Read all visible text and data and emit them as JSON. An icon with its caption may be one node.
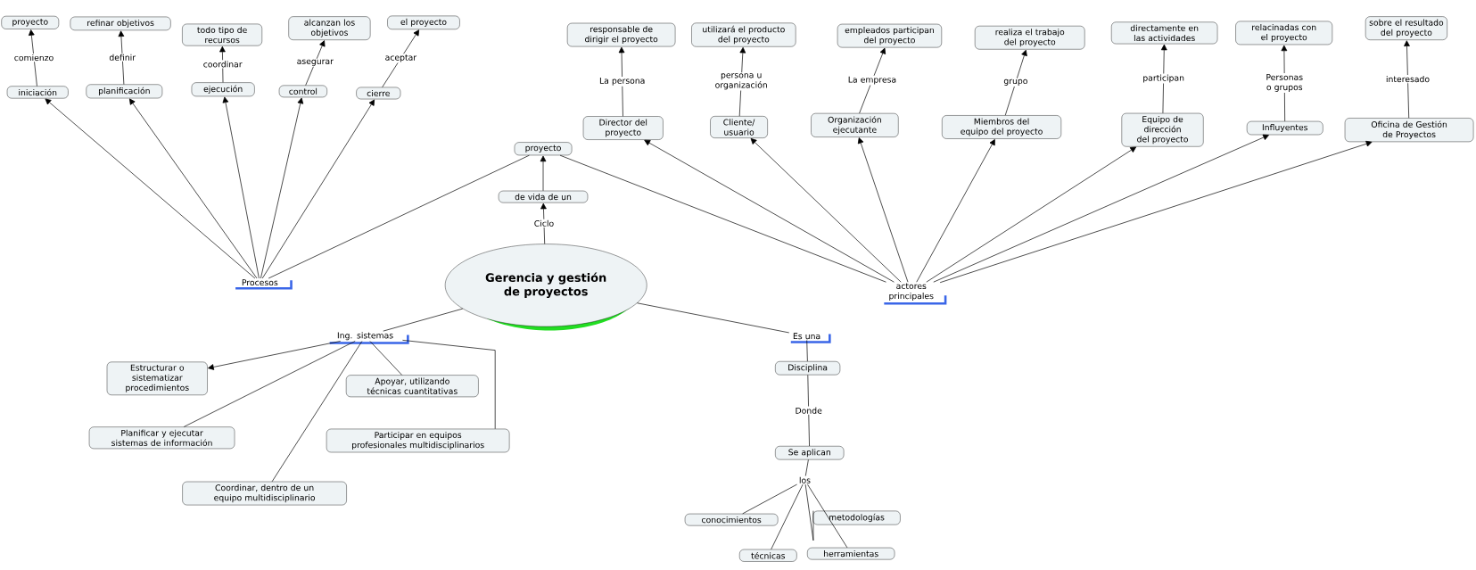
{
  "diagram": {
    "nodes": [
      {
        "text": [
          "Gerencia y gestión de proyectos"
        ]
      },
      {
        "text": [
          "Procesos"
        ]
      },
      {
        "text": [
          "iniciación"
        ]
      },
      {
        "text": [
          "proyecto"
        ]
      },
      {
        "text": [
          "planificación"
        ]
      },
      {
        "text": [
          "refinar objetivos"
        ]
      },
      {
        "text": [
          "ejecución"
        ]
      },
      {
        "text": [
          "todo tipo de recursos"
        ]
      },
      {
        "text": [
          "control"
        ]
      },
      {
        "text": [
          "alcanzan los objetivos"
        ]
      },
      {
        "text": [
          "cierre"
        ]
      },
      {
        "text": [
          "el proyecto"
        ]
      },
      {
        "text": [
          "proyecto"
        ]
      },
      {
        "text": [
          "de vida de un"
        ]
      },
      {
        "text": [
          "actores principales"
        ]
      },
      {
        "text": [
          "Director del proyecto"
        ]
      },
      {
        "text": [
          "responsable de dirigir el proyecto"
        ]
      },
      {
        "text": [
          "Cliente/ usuario"
        ]
      },
      {
        "text": [
          "utilizará el producto del proyecto"
        ]
      },
      {
        "text": [
          "Organización ejecutante"
        ]
      },
      {
        "text": [
          "empleados participan del proyecto"
        ]
      },
      {
        "text": [
          "Miembros del equipo del proyecto"
        ]
      },
      {
        "text": [
          "realiza el trabajo del proyecto"
        ]
      },
      {
        "text": [
          "Equipo de dirección del proyecto"
        ]
      },
      {
        "text": [
          "directamente en las actividades"
        ]
      },
      {
        "text": [
          "Influyentes"
        ]
      },
      {
        "text": [
          "relacinadas con el proyecto"
        ]
      },
      {
        "text": [
          "Oficina de Gestión de Proyectos"
        ]
      },
      {
        "text": [
          "sobre el resultado del proyecto"
        ]
      },
      {
        "text": [
          "Ing. sistemas"
        ]
      },
      {
        "text": [
          "Estructurar o sistematizar procedimientos"
        ]
      },
      {
        "text": [
          "Planificar y ejecutar sistemas de información"
        ]
      },
      {
        "text": [
          "Apoyar, utilizando técnicas cuantitativas"
        ]
      },
      {
        "text": [
          "Participar en equipos profesionales multidisciplinarios"
        ]
      },
      {
        "text": [
          "Coordinar, dentro de un equipo multidisciplinario"
        ]
      },
      {
        "text": [
          "Es una"
        ]
      },
      {
        "text": [
          "Disciplina"
        ]
      },
      {
        "text": [
          "Se aplican"
        ]
      },
      {
        "text": [
          "los"
        ]
      },
      {
        "text": [
          "conocimientos"
        ]
      },
      {
        "text": [
          "técnicas"
        ]
      },
      {
        "text": [
          "metodologías"
        ]
      },
      {
        "text": [
          "herramientas"
        ]
      }
    ],
    "edges": [
      {
        "from": 1,
        "to": 2,
        "arrow": "to"
      },
      {
        "from": 1,
        "to": 4,
        "arrow": "to"
      },
      {
        "from": 1,
        "to": 6,
        "arrow": "to"
      },
      {
        "from": 1,
        "to": 8,
        "arrow": "to"
      },
      {
        "from": 1,
        "to": 10,
        "arrow": "to"
      },
      {
        "from": 2,
        "to": 3,
        "arrow": "to",
        "label": "comienzo"
      },
      {
        "from": 4,
        "to": 5,
        "arrow": "to",
        "label": "definir"
      },
      {
        "from": 6,
        "to": 7,
        "arrow": "to",
        "label": "coordinar"
      },
      {
        "from": 8,
        "to": 9,
        "arrow": "to",
        "label": "asegurar"
      },
      {
        "from": 10,
        "to": 11,
        "arrow": "to",
        "label": "aceptar"
      },
      {
        "from": 1,
        "to": 12,
        "arrow": "none"
      },
      {
        "from": 0,
        "to": 13,
        "arrow": "to",
        "label": "Ciclo"
      },
      {
        "from": 13,
        "to": 12,
        "arrow": "to"
      },
      {
        "from": 12,
        "to": 14,
        "arrow": "none"
      },
      {
        "from": 14,
        "to": 15,
        "arrow": "to"
      },
      {
        "from": 14,
        "to": 17,
        "arrow": "to"
      },
      {
        "from": 14,
        "to": 19,
        "arrow": "to"
      },
      {
        "from": 14,
        "to": 21,
        "arrow": "to"
      },
      {
        "from": 14,
        "to": 23,
        "arrow": "to"
      },
      {
        "from": 14,
        "to": 25,
        "arrow": "to"
      },
      {
        "from": 14,
        "to": 27,
        "arrow": "to"
      },
      {
        "from": 15,
        "to": 16,
        "arrow": "to",
        "label": "La persona"
      },
      {
        "from": 17,
        "to": 18,
        "arrow": "to",
        "label": "persona u organización"
      },
      {
        "from": 19,
        "to": 20,
        "arrow": "to",
        "label": "La empresa"
      },
      {
        "from": 21,
        "to": 22,
        "arrow": "to",
        "label": "grupo"
      },
      {
        "from": 23,
        "to": 24,
        "arrow": "to",
        "label": "participan"
      },
      {
        "from": 25,
        "to": 26,
        "arrow": "to",
        "label": "Personas o grupos"
      },
      {
        "from": 27,
        "to": 28,
        "arrow": "to",
        "label": "interesado"
      },
      {
        "from": 0,
        "to": 29,
        "arrow": "none"
      },
      {
        "from": 29,
        "to": 30,
        "arrow": "to"
      },
      {
        "from": 29,
        "to": 31,
        "arrow": "none"
      },
      {
        "from": 29,
        "to": 34,
        "arrow": "none"
      },
      {
        "from": 29,
        "to": 32,
        "arrow": "none"
      },
      {
        "from": 29,
        "to": 33,
        "arrow": "none"
      },
      {
        "from": 0,
        "to": 35,
        "arrow": "none"
      },
      {
        "from": 35,
        "to": 36,
        "arrow": "none"
      },
      {
        "from": 36,
        "to": 37,
        "arrow": "none",
        "label": "Donde"
      },
      {
        "from": 37,
        "to": 38,
        "arrow": "none"
      },
      {
        "from": 38,
        "to": 39,
        "arrow": "none"
      },
      {
        "from": 38,
        "to": 40,
        "arrow": "none"
      },
      {
        "from": 38,
        "to": 41,
        "arrow": "none"
      },
      {
        "from": 38,
        "to": 42,
        "arrow": "none"
      }
    ]
  }
}
